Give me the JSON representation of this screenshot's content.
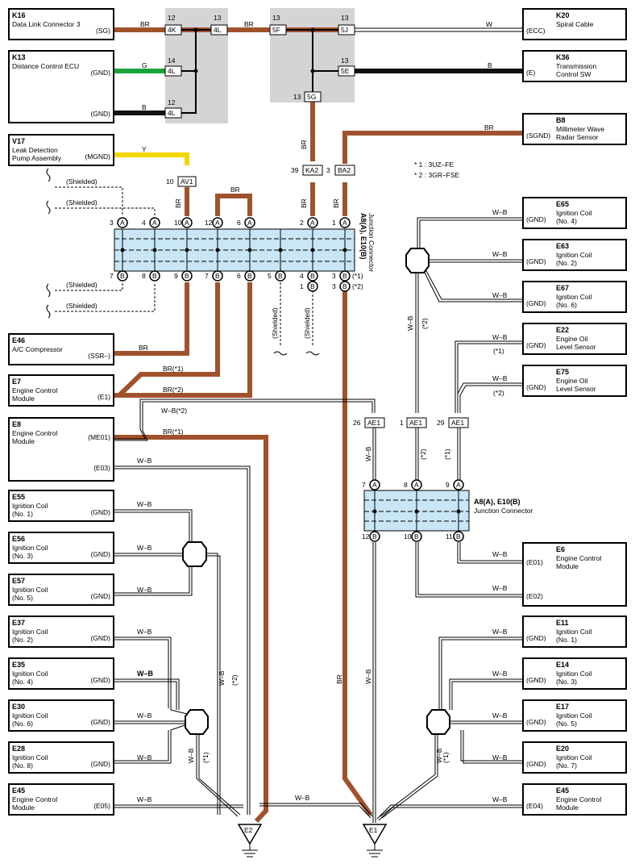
{
  "left_components": [
    {
      "code": "K16",
      "name": "Data Link Connector 3",
      "pins": [
        "(SG)"
      ]
    },
    {
      "code": "K13",
      "name": "Distance Control ECU",
      "pins": [
        "(GND)",
        "(GND)"
      ]
    },
    {
      "code": "V17",
      "name": "Leak Detection\nPump Assembly",
      "pins": [
        "(MGND)"
      ]
    },
    {
      "code": "E46",
      "name": "A/C Compressor",
      "pins": [
        "(SSR–)"
      ]
    },
    {
      "code": "E7",
      "name": "Engine Control\nModule",
      "pins": [
        "(E1)"
      ]
    },
    {
      "code": "E8",
      "name": "Engine Control\nModule",
      "pins": [
        "(ME01)",
        "(E03)"
      ]
    },
    {
      "code": "E55",
      "name": "Ignition Coil\n(No. 1)",
      "pins": [
        "(GND)"
      ]
    },
    {
      "code": "E56",
      "name": "Ignition Coil\n(No. 3)",
      "pins": [
        "(GND)"
      ]
    },
    {
      "code": "E57",
      "name": "Ignition Coil\n(No. 5)",
      "pins": [
        "(GND)"
      ]
    },
    {
      "code": "E37",
      "name": "Ignition Coil\n(No. 2)",
      "pins": [
        "(GND)"
      ]
    },
    {
      "code": "E35",
      "name": "Ignition Coil\n(No. 4)",
      "pins": [
        "(GND)"
      ]
    },
    {
      "code": "E30",
      "name": "Ignition Coil\n(No. 6)",
      "pins": [
        "(GND)"
      ]
    },
    {
      "code": "E28",
      "name": "Ignition Coil\n(No. 8)",
      "pins": [
        "(GND)"
      ]
    },
    {
      "code": "E45",
      "name": "Engine Control\nModule",
      "pins": [
        "(E05)"
      ]
    }
  ],
  "right_components": [
    {
      "code": "K20",
      "name": "Spiral Cable",
      "pins": [
        "(ECC)"
      ]
    },
    {
      "code": "K36",
      "name": "Transmission\nControl SW",
      "pins": [
        "(E)"
      ]
    },
    {
      "code": "B8",
      "name": "Millimeter Wave\nRadar Sensor",
      "pins": [
        "(SGND)"
      ]
    },
    {
      "code": "E65",
      "name": "Ignition Coil\n(No. 4)",
      "pins": [
        "(GND)"
      ]
    },
    {
      "code": "E63",
      "name": "Ignition Coil\n(No. 2)",
      "pins": [
        "(GND)"
      ]
    },
    {
      "code": "E67",
      "name": "Ignition Coil\n(No. 6)",
      "pins": [
        "(GND)"
      ]
    },
    {
      "code": "E22",
      "name": "Engine Oil\nLevel Sensor",
      "pins": [
        "(GND)"
      ]
    },
    {
      "code": "E75",
      "name": "Engine Oil\nLevel Sensor",
      "pins": [
        "(GND)"
      ]
    },
    {
      "code": "E6",
      "name": "Engine Control\nModule",
      "pins": [
        "(E01)",
        "(E02)"
      ]
    },
    {
      "code": "E11",
      "name": "Ignition Coil\n(No. 1)",
      "pins": [
        "(GND)"
      ]
    },
    {
      "code": "E14",
      "name": "Ignition Coil\n(No. 3)",
      "pins": [
        "(GND)"
      ]
    },
    {
      "code": "E17",
      "name": "Ignition Coil\n(No. 5)",
      "pins": [
        "(GND)"
      ]
    },
    {
      "code": "E20",
      "name": "Ignition Coil\n(No. 7)",
      "pins": [
        "(GND)"
      ]
    },
    {
      "code": "E45",
      "name": "Engine Control\nModule",
      "pins": [
        "(E04)"
      ]
    }
  ],
  "wire_colors": {
    "BR": "#a0522d",
    "G": "#1aa33a",
    "B": "#111111",
    "Y": "#f2d600",
    "W": "#ffffff",
    "WB": "#ffffff"
  },
  "wire_labels": [
    "BR",
    "G",
    "B",
    "Y",
    "W",
    "B",
    "BR",
    "BR",
    "BR",
    "BR",
    "BR",
    "W–B",
    "W–B",
    "W–B",
    "W–B",
    "W–B",
    "BR(*1)",
    "BR(*2)",
    "W–B(*2)",
    "BR(*1)",
    "W–B",
    "W–B",
    "W–B",
    "W–B",
    "W–B",
    "W–B",
    "W–B",
    "W–B",
    "W–B",
    "W–B",
    "W–B",
    "W–B",
    "W–B",
    "W–B",
    "W–B",
    "W–B",
    "W–B",
    "W–B",
    "W–B",
    "BR",
    "W–B",
    "W–B",
    "W–B"
  ],
  "connectors": {
    "top_left_pins": [
      {
        "num": "12",
        "code": "4K"
      },
      {
        "num": "13",
        "code": "4L"
      },
      {
        "num": "14",
        "code": "4L"
      },
      {
        "num": "12",
        "code": "4L"
      }
    ],
    "top_mid_pins": [
      {
        "num": "13",
        "code": "5F"
      },
      {
        "num": "13",
        "code": "5J"
      },
      {
        "num": "13",
        "code": "5E"
      },
      {
        "num": "13",
        "code": "5G"
      }
    ],
    "av1": {
      "num": "10",
      "code": "AV1"
    },
    "ka2": {
      "num": "39",
      "code": "KA2"
    },
    "ba2": {
      "num": "3",
      "code": "BA2"
    },
    "ae1": [
      {
        "num": "26",
        "code": "AE1"
      },
      {
        "num": "1",
        "code": "AE1"
      },
      {
        "num": "29",
        "code": "AE1"
      }
    ]
  },
  "junction_upper": {
    "title": "A8(A), E10(B)",
    "subtitle": "Junction Connector",
    "top_pins": [
      {
        "n": "3",
        "l": "A"
      },
      {
        "n": "4",
        "l": "A"
      },
      {
        "n": "10",
        "l": "A"
      },
      {
        "n": "12",
        "l": "A"
      },
      {
        "n": "6",
        "l": "A"
      },
      {
        "n": "2",
        "l": "A"
      },
      {
        "n": "1",
        "l": "A"
      }
    ],
    "bottom_pins": [
      {
        "n": "7",
        "l": "B"
      },
      {
        "n": "8",
        "l": "B"
      },
      {
        "n": "9",
        "l": "B"
      },
      {
        "n": "7",
        "l": "B"
      },
      {
        "n": "6",
        "l": "B"
      },
      {
        "n": "5",
        "l": "B"
      },
      {
        "n": "4",
        "l": "B"
      },
      {
        "n": "3",
        "l": "B"
      }
    ],
    "extra_pins": [
      {
        "n": "3",
        "l": "B",
        "tag": "(*2)"
      },
      {
        "n": "1",
        "l": "B"
      }
    ],
    "notes": [
      "(*1)",
      "(*2)"
    ]
  },
  "junction_lower": {
    "title": "A8(A), E10(B)",
    "subtitle": "Junction Connector",
    "top_pins": [
      {
        "n": "7",
        "l": "A"
      },
      {
        "n": "8",
        "l": "A"
      },
      {
        "n": "9",
        "l": "A"
      }
    ],
    "bottom_pins": [
      {
        "n": "12",
        "l": "B"
      },
      {
        "n": "10",
        "l": "B"
      },
      {
        "n": "11",
        "l": "B"
      }
    ]
  },
  "shielded_labels": [
    "(Shielded)",
    "(Shielded)",
    "(Shielded)",
    "(Shielded)",
    "(Shielded)",
    "(Shielded)"
  ],
  "footnotes": [
    "* 1 : 3UZ–FE",
    "* 2 : 3GR–FSE"
  ],
  "wire_tags": [
    "(*2)",
    "(*1)",
    "(*2)",
    "(*2)",
    "(*1)",
    "(*2)",
    "(*1)",
    "(*1)"
  ],
  "grounds": [
    "E2",
    "E1"
  ]
}
